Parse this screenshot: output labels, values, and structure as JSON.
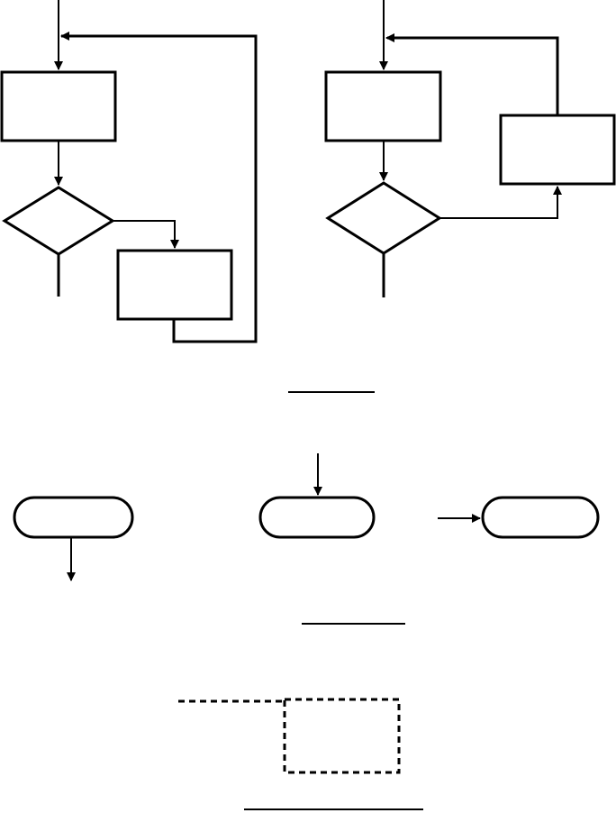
{
  "colors": {
    "stroke": "#000000",
    "background": "#ffffff"
  },
  "diagrams": [
    {
      "name": "loop-flowchart-left",
      "shapes": [
        "process-box",
        "decision-diamond",
        "process-box"
      ]
    },
    {
      "name": "loop-flowchart-right",
      "shapes": [
        "process-box",
        "decision-diamond",
        "process-box"
      ]
    },
    {
      "name": "terminator-row",
      "shapes": [
        "terminator",
        "terminator",
        "terminator"
      ]
    },
    {
      "name": "dashed-element",
      "shapes": [
        "dashed-box"
      ]
    }
  ]
}
